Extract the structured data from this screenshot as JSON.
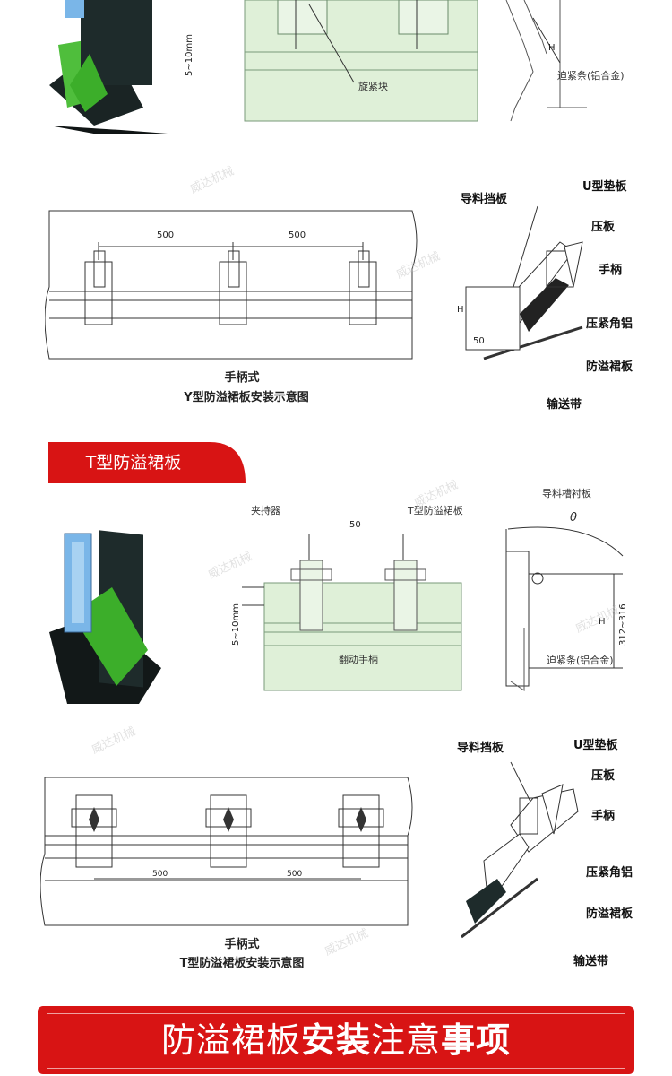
{
  "section_y": {
    "top_labels": {
      "tighten_block": "旋紧块",
      "clamp_strip": "迫紧条(铝合金)",
      "dim_5_10": "5~10mm",
      "dim_h": "H"
    },
    "front_view": {
      "dim_left": "500",
      "dim_right": "500",
      "caption_line1": "手柄式",
      "caption_line2": "Y型防溢裙板安装示意图"
    },
    "side_labels": {
      "guide_plate": "导料挡板",
      "u_pad": "U型垫板",
      "press_plate": "压板",
      "handle": "手柄",
      "angle_alu": "压紧角铝",
      "skirt": "防溢裙板",
      "belt": "输送带",
      "dim_h": "H",
      "dim_50": "50"
    }
  },
  "section_t": {
    "banner_title": "T型防溢裙板",
    "top_labels": {
      "clamp": "夹持器",
      "t_skirt": "T型防溢裙板",
      "guide_liner": "导料槽衬板",
      "dim_50": "50",
      "dim_5_10": "5~10mm",
      "flip_handle": "翻动手柄",
      "clamp_strip": "迫紧条(铝合金)",
      "theta": "θ",
      "dim_h": "H",
      "dim_range": "312~316"
    },
    "front_view": {
      "dim_left": "500",
      "dim_right": "500",
      "caption_line1": "手柄式",
      "caption_line2": "T型防溢裙板安装示意图"
    },
    "side_labels": {
      "guide_plate": "导料挡板",
      "u_pad": "U型垫板",
      "press_plate": "压板",
      "handle": "手柄",
      "angle_alu": "压紧角铝",
      "skirt": "防溢裙板",
      "belt": "输送带"
    }
  },
  "footer": {
    "part1": "防溢裙板",
    "part2": "安装",
    "part3": "注意",
    "part4": "事项"
  },
  "watermark": "威达机械",
  "colors": {
    "banner_red": "#d81414",
    "drawing_fill": "#dff0d8",
    "skirt_dark": "#1e2b2b",
    "bracket_green": "#5ec846",
    "clamp_blue": "#7ab6e8"
  }
}
